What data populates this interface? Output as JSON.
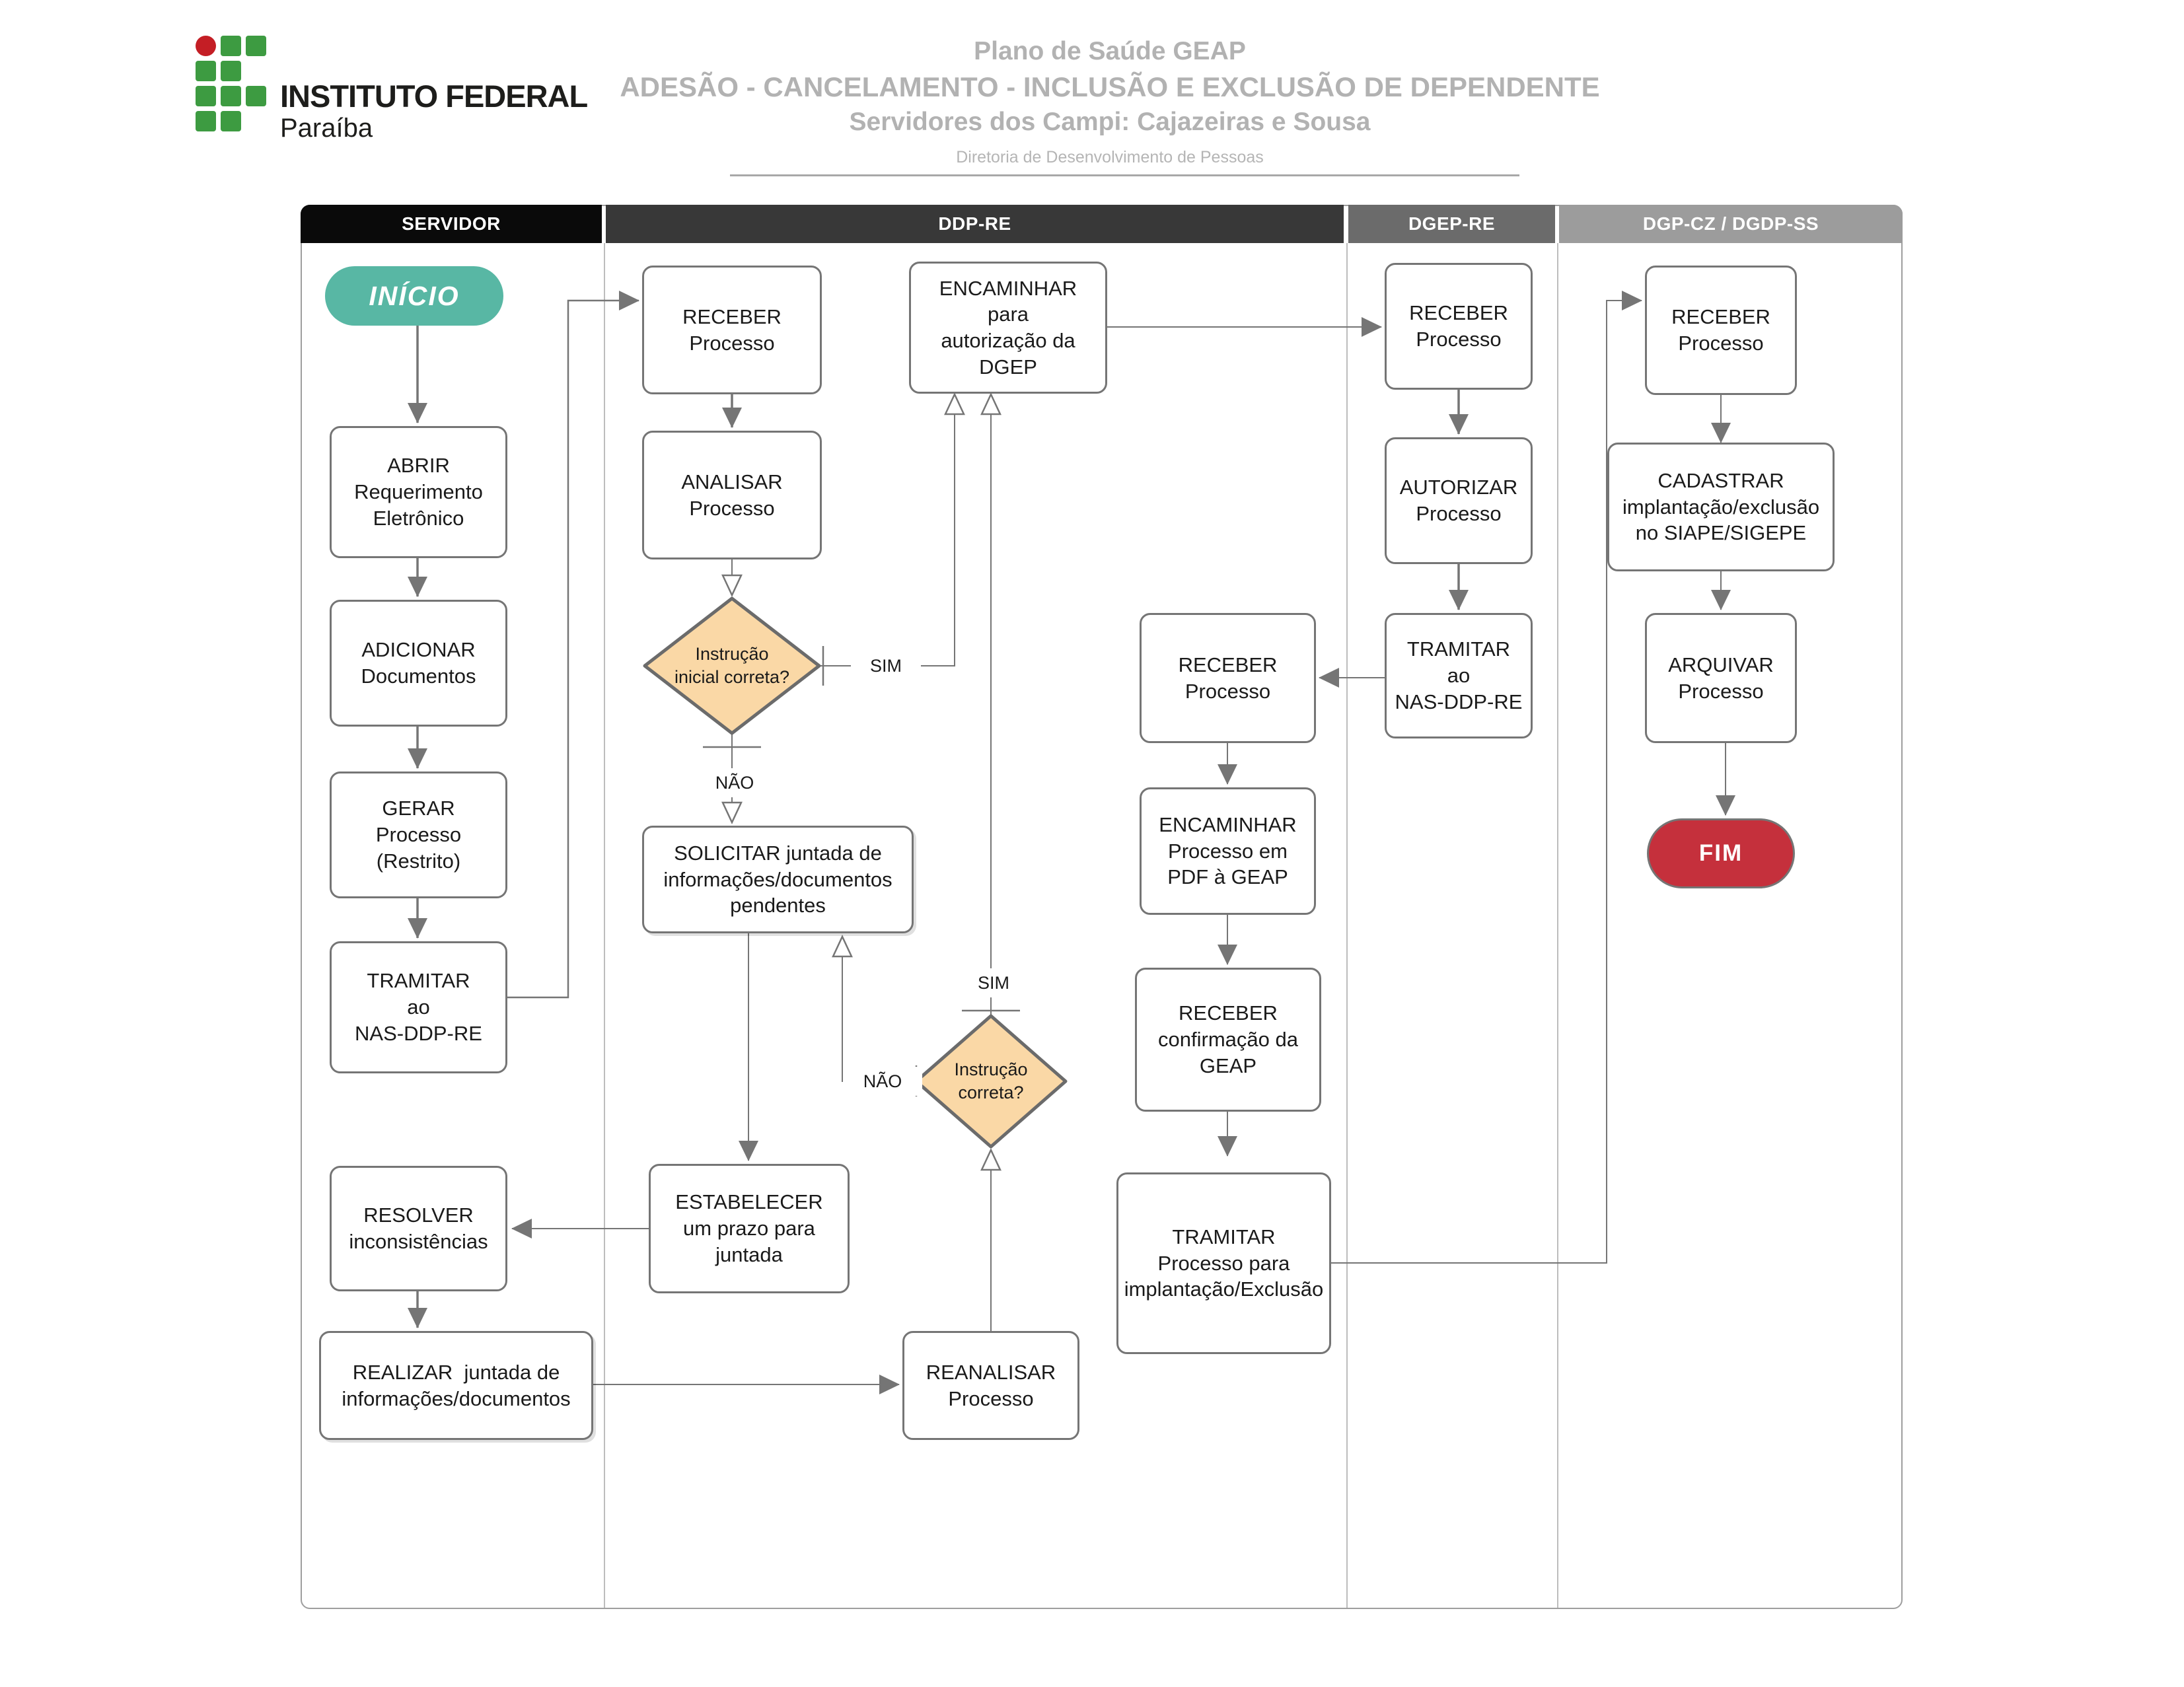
{
  "header": {
    "brand_name": "INSTITUTO FEDERAL",
    "brand_region": "Paraíba",
    "title_line1": "Plano de Saúde GEAP",
    "title_line2": "ADESÃO - CANCELAMENTO - INCLUSÃO E EXCLUSÃO DE DEPENDENTE",
    "title_line3": "Servidores dos Campi: Cajazeiras e Sousa",
    "subtitle": "Diretoria de Desenvolvimento de Pessoas"
  },
  "lanes": [
    {
      "label": "SERVIDOR",
      "color": "#0a0a0a"
    },
    {
      "label": "DDP-RE",
      "color": "#383838"
    },
    {
      "label": "DGEP-RE",
      "color": "#6b6b6b"
    },
    {
      "label": "DGP-CZ / DGDP-SS",
      "color": "#9c9c9c"
    }
  ],
  "nodes": {
    "inicio": {
      "lines": [
        "INÍCIO"
      ]
    },
    "abrir": {
      "lines": [
        "ABRIR",
        "Requerimento",
        "Eletrônico"
      ]
    },
    "adicionar": {
      "lines": [
        "ADICIONAR",
        "Documentos"
      ]
    },
    "gerar": {
      "lines": [
        "GERAR",
        "Processo",
        "(Restrito)"
      ]
    },
    "tramitar_nas": {
      "lines": [
        "TRAMITAR",
        "ao",
        "NAS-DDP-RE"
      ]
    },
    "resolver": {
      "lines": [
        "RESOLVER",
        "inconsistências"
      ]
    },
    "realizar": {
      "lines": [
        "REALIZAR  juntada de",
        "informações/documentos"
      ]
    },
    "receber1": {
      "lines": [
        "RECEBER",
        "Processo"
      ]
    },
    "analisar": {
      "lines": [
        "ANALISAR",
        "Processo"
      ]
    },
    "decisao1": {
      "lines": [
        "Instrução",
        "inicial correta?"
      ]
    },
    "encaminhar_dgep": {
      "lines": [
        "ENCAMINHAR",
        "para",
        "autorização da",
        "DGEP"
      ]
    },
    "solicitar": {
      "lines": [
        "SOLICITAR juntada de",
        "informações/documentos",
        "pendentes"
      ]
    },
    "estabelecer": {
      "lines": [
        "ESTABELECER",
        "um prazo para",
        "juntada"
      ]
    },
    "reanalisar": {
      "lines": [
        "REANALISAR",
        "Processo"
      ]
    },
    "decisao2": {
      "lines": [
        "Instrução",
        "correta?"
      ]
    },
    "receber2": {
      "lines": [
        "RECEBER",
        "Processo"
      ]
    },
    "encaminhar_pdf": {
      "lines": [
        "ENCAMINHAR",
        "Processo em",
        "PDF à GEAP"
      ]
    },
    "receber_conf": {
      "lines": [
        "RECEBER",
        "confirmação da",
        "GEAP"
      ]
    },
    "tramitar_impl": {
      "lines": [
        "TRAMITAR",
        "Processo para",
        "implantação/Exclusão"
      ]
    },
    "receber3": {
      "lines": [
        "RECEBER",
        "Processo"
      ]
    },
    "autorizar": {
      "lines": [
        "AUTORIZAR",
        "Processo"
      ]
    },
    "tramitar_nas2": {
      "lines": [
        "TRAMITAR",
        "ao",
        "NAS-DDP-RE"
      ]
    },
    "receber4": {
      "lines": [
        "RECEBER",
        "Processo"
      ]
    },
    "cadastrar": {
      "lines": [
        "CADASTRAR",
        "implantação/exclusão",
        "no SIAPE/SIGEPE"
      ]
    },
    "arquivar": {
      "lines": [
        "ARQUIVAR",
        "Processo"
      ]
    },
    "fim": {
      "lines": [
        "FIM"
      ]
    }
  },
  "edge_labels": {
    "sim1": "SIM",
    "nao1": "NÃO",
    "sim2": "SIM",
    "nao2": "NÃO"
  },
  "colors": {
    "start_fill": "#58b7a4",
    "end_fill": "#c5303c",
    "decision_fill": "#fad8a6",
    "decision_border": "#6b6b6b",
    "box_border": "#757575",
    "connector": "#757575",
    "logo_green": "#3d9b41",
    "logo_red": "#c41e25",
    "title_gray": "#b2b2b2"
  }
}
